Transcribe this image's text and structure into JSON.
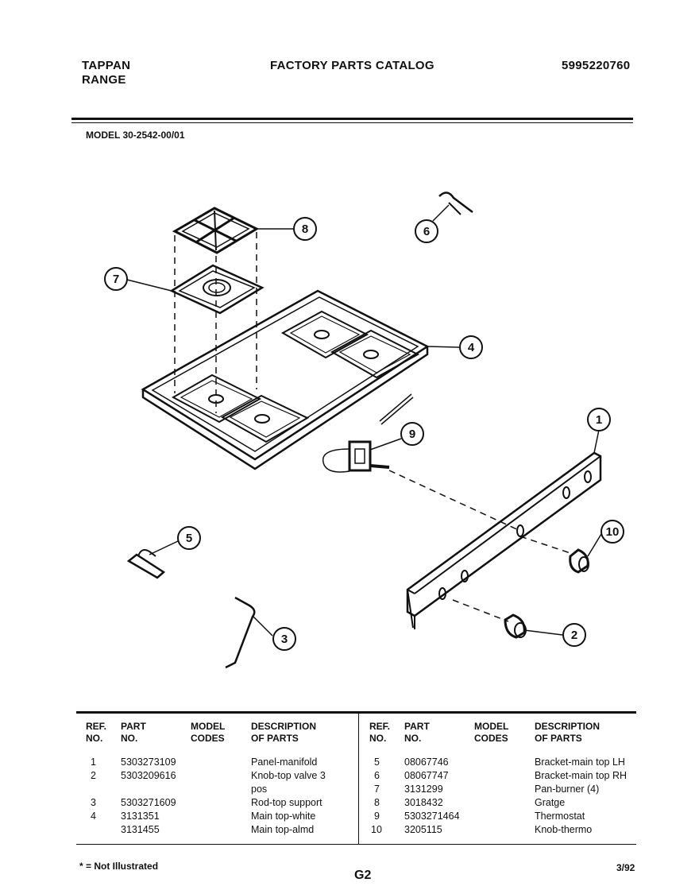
{
  "header": {
    "brand_line1": "TAPPAN",
    "brand_line2": "RANGE",
    "catalog_title": "FACTORY PARTS CATALOG",
    "catalog_number": "5995220760"
  },
  "model_line": "MODEL 30-2542-00/01",
  "callouts": [
    "1",
    "2",
    "3",
    "4",
    "5",
    "6",
    "7",
    "8",
    "9",
    "10"
  ],
  "table": {
    "headers": {
      "ref": [
        "REF.",
        "NO."
      ],
      "part": [
        "PART",
        "NO."
      ],
      "model": [
        "MODEL",
        "CODES"
      ],
      "desc": [
        "DESCRIPTION",
        "OF PARTS"
      ]
    },
    "left_rows": [
      {
        "ref": "1",
        "part": "5303273109",
        "model": "",
        "desc": "Panel-manifold"
      },
      {
        "ref": "2",
        "part": "5303209616",
        "model": "",
        "desc": "Knob-top valve 3"
      },
      {
        "ref": "",
        "part": "",
        "model": "",
        "desc": "pos"
      },
      {
        "ref": "3",
        "part": "5303271609",
        "model": "",
        "desc": "Rod-top support"
      },
      {
        "ref": "4",
        "part": "3131351",
        "model": "",
        "desc": "Main top-white"
      },
      {
        "ref": "",
        "part": "3131455",
        "model": "",
        "desc": "Main top-almd"
      }
    ],
    "right_rows": [
      {
        "ref": "5",
        "part": "08067746",
        "model": "",
        "desc": "Bracket-main top LH"
      },
      {
        "ref": "6",
        "part": "08067747",
        "model": "",
        "desc": "Bracket-main top RH"
      },
      {
        "ref": "7",
        "part": "3131299",
        "model": "",
        "desc": "Pan-burner (4)"
      },
      {
        "ref": "8",
        "part": "3018432",
        "model": "",
        "desc": "Gratge"
      },
      {
        "ref": "9",
        "part": "5303271464",
        "model": "",
        "desc": "Thermostat"
      },
      {
        "ref": "10",
        "part": "3205115",
        "model": "",
        "desc": "Knob-thermo"
      }
    ]
  },
  "footer": {
    "note": "* = Not Illustrated",
    "page_code": "G2",
    "date": "3/92"
  }
}
